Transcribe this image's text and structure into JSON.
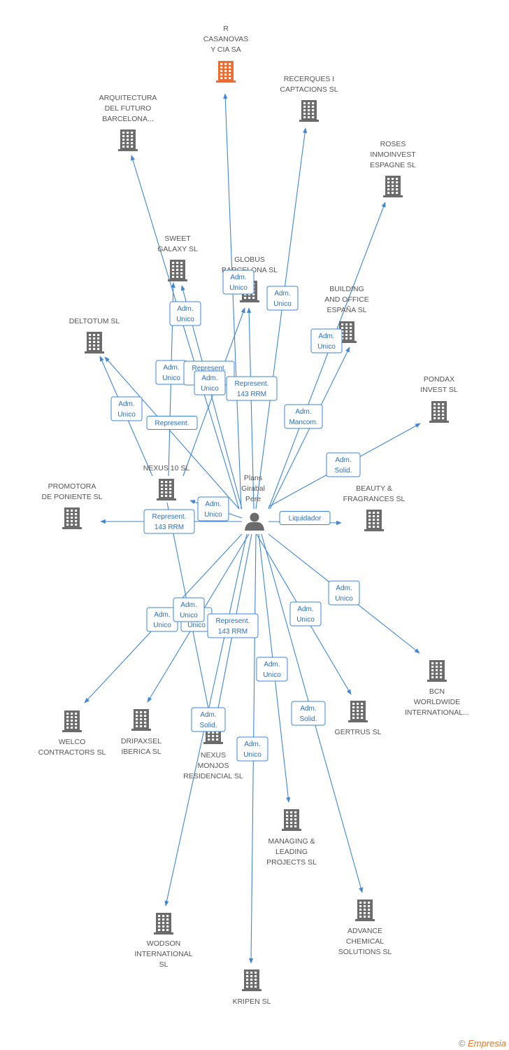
{
  "colors": {
    "edge": "#3f86d6",
    "company": "#6b6b6b",
    "highlight": "#f26a2e",
    "person": "#6b6b6b"
  },
  "person": {
    "label": [
      "Plans",
      "Girabal",
      "Pere"
    ],
    "icon": "person-icon"
  },
  "companies": [
    {
      "id": "r_casanovas",
      "label": [
        "R",
        "CASANOVAS",
        "Y CIA SA"
      ],
      "highlight": true
    },
    {
      "id": "recerques",
      "label": [
        "RECERQUES I",
        "CAPTACIONS SL"
      ]
    },
    {
      "id": "arquitectura",
      "label": [
        "ARQUITECTURA",
        "DEL FUTURO",
        "BARCELONA..."
      ]
    },
    {
      "id": "roses",
      "label": [
        "ROSES",
        "INMOINVEST",
        "ESPAGNE  SL"
      ]
    },
    {
      "id": "sweet",
      "label": [
        "SWEET",
        "GALAXY SL"
      ]
    },
    {
      "id": "globus",
      "label": [
        "GLOBUS",
        "BARCELONA SL"
      ]
    },
    {
      "id": "building",
      "label": [
        "BUILDING",
        "AND OFFICE",
        "ESPAÑA SL"
      ]
    },
    {
      "id": "deltotum",
      "label": [
        "DELTOTUM SL"
      ]
    },
    {
      "id": "pondax",
      "label": [
        "PONDAX",
        "INVEST SL"
      ]
    },
    {
      "id": "nexus10",
      "label": [
        "NEXUS 10 SL"
      ]
    },
    {
      "id": "promotora",
      "label": [
        "PROMOTORA",
        "DE PONIENTE SL"
      ]
    },
    {
      "id": "beauty",
      "label": [
        "BEAUTY &",
        "FRAGRANCES SL"
      ]
    },
    {
      "id": "bcn",
      "label": [
        "BCN",
        "WORLDWIDE",
        "INTERNATIONAL..."
      ]
    },
    {
      "id": "welco",
      "label": [
        "WELCO",
        "CONTRACTORS SL"
      ]
    },
    {
      "id": "dripaxsel",
      "label": [
        "DRIPAXSEL",
        "IBERICA SL"
      ]
    },
    {
      "id": "nexus_monjos",
      "label": [
        "NEXUS",
        "MONJOS",
        "RESIDENCIAL SL"
      ]
    },
    {
      "id": "gertrus",
      "label": [
        "GERTRUS SL"
      ]
    },
    {
      "id": "managing",
      "label": [
        "MANAGING &",
        "LEADING",
        "PROJECTS SL"
      ]
    },
    {
      "id": "advance",
      "label": [
        "ADVANCE",
        "CHEMICAL",
        "SOLUTIONS  SL"
      ]
    },
    {
      "id": "wodson",
      "label": [
        "WODSON",
        "INTERNATIONAL",
        "SL"
      ]
    },
    {
      "id": "kripen",
      "label": [
        "KRIPEN SL"
      ]
    }
  ],
  "edges": [
    {
      "target": "r_casanovas",
      "label": [
        "Adm.",
        "Unico"
      ]
    },
    {
      "target": "recerques",
      "label": [
        "Adm.",
        "Unico"
      ]
    },
    {
      "target": "arquitectura",
      "label": [
        "Adm.",
        "Unico"
      ]
    },
    {
      "target": "roses",
      "label": [
        "Adm.",
        "Unico"
      ]
    },
    {
      "target": "sweet",
      "label": [
        "Adm.",
        "Unico"
      ]
    },
    {
      "target": "sweet",
      "label": [
        "Represent.",
        "143 RRM"
      ]
    },
    {
      "target": "globus",
      "label": [
        "Adm.",
        "Unico"
      ]
    },
    {
      "target": "globus",
      "label": [
        "Represent.",
        "143 RRM"
      ]
    },
    {
      "target": "building",
      "label": [
        "Adm.",
        "Mancom."
      ]
    },
    {
      "target": "deltotum",
      "label": [
        "Adm.",
        "Unico"
      ]
    },
    {
      "target": "deltotum",
      "label": [
        "Represent."
      ]
    },
    {
      "target": "pondax",
      "label": [
        "Adm.",
        "Solid."
      ]
    },
    {
      "target": "nexus10",
      "label": [
        "Adm.",
        "Unico"
      ]
    },
    {
      "target": "promotora",
      "label": [
        "Represent.",
        "143 RRM"
      ]
    },
    {
      "target": "beauty",
      "label": [
        "Liquidador"
      ]
    },
    {
      "target": "bcn",
      "label": [
        "Adm.",
        "Unico"
      ]
    },
    {
      "target": "welco",
      "label": [
        "Adm.",
        "Unico"
      ]
    },
    {
      "target": "dripaxsel",
      "label": [
        "Adm.",
        "Unico"
      ]
    },
    {
      "target": "nexus_monjos",
      "label": [
        "Represent.",
        "143 RRM"
      ]
    },
    {
      "target": "nexus_monjos",
      "label": [
        "Adm.",
        "Unico"
      ]
    },
    {
      "target": "gertrus",
      "label": [
        "Adm.",
        "Unico"
      ]
    },
    {
      "target": "managing",
      "label": [
        "Adm.",
        "Unico"
      ]
    },
    {
      "target": "advance",
      "label": [
        "Adm.",
        "Solid."
      ]
    },
    {
      "target": "wodson",
      "label": [
        "Adm.",
        "Solid."
      ]
    },
    {
      "target": "kripen",
      "label": [
        "Adm.",
        "Unico"
      ]
    }
  ],
  "footer": {
    "copyright": "©",
    "brand": "Empresia"
  }
}
